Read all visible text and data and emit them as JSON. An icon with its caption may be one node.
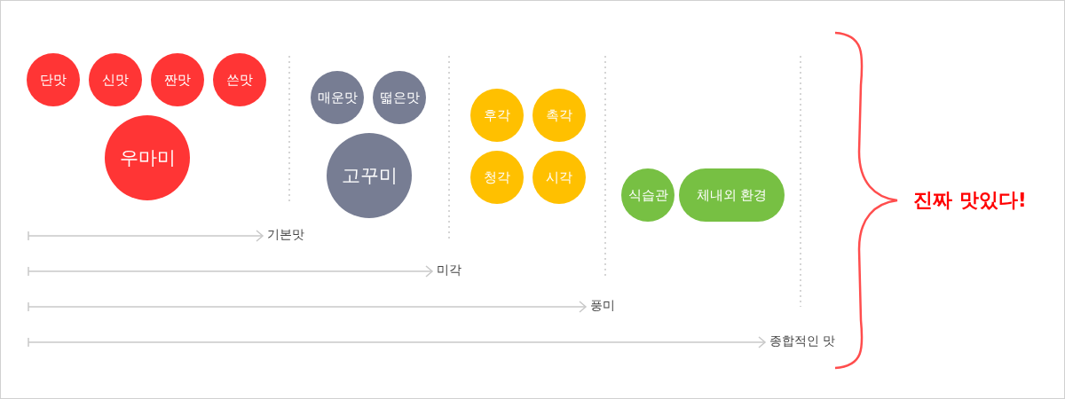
{
  "diagram": {
    "nodes": [
      {
        "text": [
          "단맛"
        ]
      },
      {
        "text": [
          "신맛"
        ]
      },
      {
        "text": [
          "짠맛"
        ]
      },
      {
        "text": [
          "쓴맛"
        ]
      },
      {
        "text": [
          "우마미"
        ]
      },
      {
        "text": [
          "매운맛"
        ]
      },
      {
        "text": [
          "떫은맛"
        ]
      },
      {
        "text": [
          "고꾸미"
        ]
      },
      {
        "text": [
          "후각"
        ]
      },
      {
        "text": [
          "촉각"
        ]
      },
      {
        "text": [
          "청각"
        ]
      },
      {
        "text": [
          "시각"
        ]
      },
      {
        "text": [
          "식습관"
        ]
      },
      {
        "text": [
          "체내외 환경"
        ]
      },
      {
        "text": [
          "기본맛"
        ]
      },
      {
        "text": [
          "미각"
        ]
      },
      {
        "text": [
          "풍미"
        ]
      },
      {
        "text": [
          "종합적인 맛"
        ]
      }
    ],
    "edges": [
      {
        "from": null,
        "to": 14,
        "arrow": "to"
      },
      {
        "from": null,
        "to": 15,
        "arrow": "to"
      },
      {
        "from": null,
        "to": 16,
        "arrow": "to"
      },
      {
        "from": null,
        "to": 17,
        "arrow": "to"
      }
    ],
    "labels": [
      "진짜 맛있다!"
    ]
  }
}
